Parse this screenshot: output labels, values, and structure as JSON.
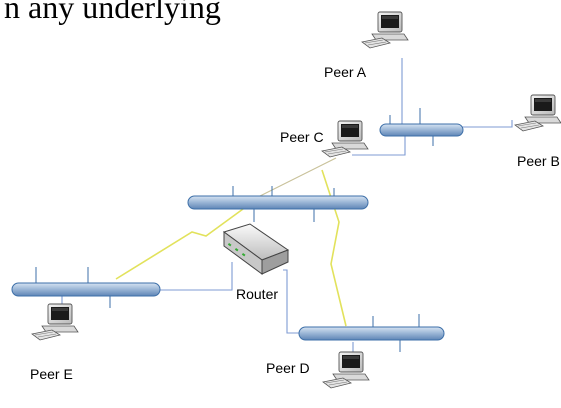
{
  "heading": "n any underlying",
  "nodes": {
    "peer_a": "Peer A",
    "peer_b": "Peer B",
    "peer_c": "Peer C",
    "peer_d": "Peer D",
    "peer_e": "Peer E",
    "router": "Router"
  },
  "colors": {
    "bus_fill": "#9fb9d8",
    "bus_stroke": "#3d6fa8",
    "wire": "#7f9bd3",
    "wire_tan": "#c9c29a",
    "wireless": "#e2e25c"
  }
}
